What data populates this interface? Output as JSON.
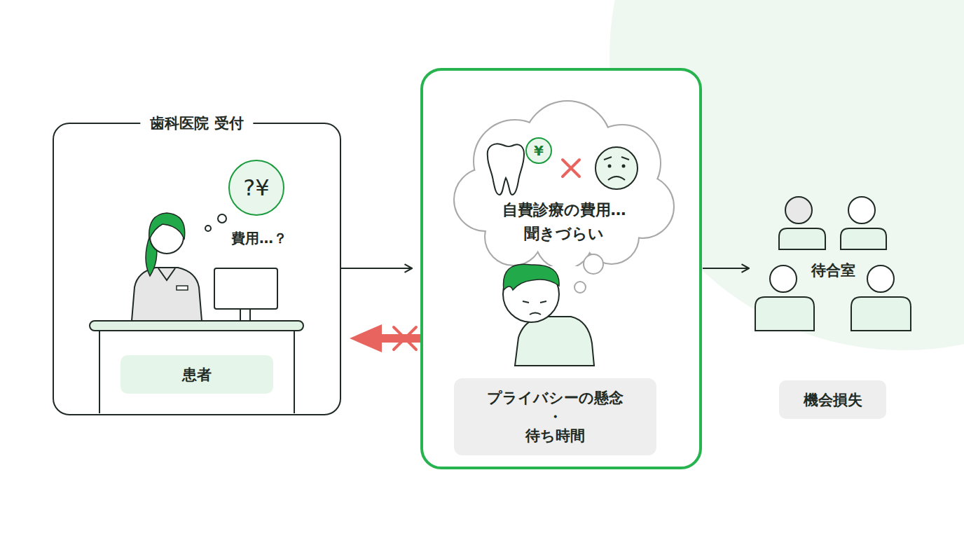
{
  "diagram": {
    "nodes": [
      {
        "text": [
          "歯科医院 受付"
        ]
      },
      {
        "text": [
          "?¥"
        ],
        "in": 0
      },
      {
        "text": [
          "患者"
        ],
        "in": 0
      },
      {
        "text": []
      },
      {
        "text": [
          "自費診療の費用… 聞きづらい"
        ],
        "in": 3
      },
      {
        "text": [
          "¥"
        ],
        "in": 4
      },
      {
        "text": [
          "プライバシーの懸念 ・ 待ち時間"
        ],
        "in": 3
      },
      {
        "text": [
          "待合室"
        ]
      },
      {
        "text": [
          "機会損失"
        ]
      }
    ],
    "edges": [
      {
        "from": 0,
        "to": 3,
        "arrow": "to"
      },
      {
        "from": 3,
        "to": 0,
        "arrow": "to"
      },
      {
        "from": 3,
        "to": 7,
        "arrow": "to"
      }
    ],
    "labels": [
      "費用…？"
    ]
  }
}
